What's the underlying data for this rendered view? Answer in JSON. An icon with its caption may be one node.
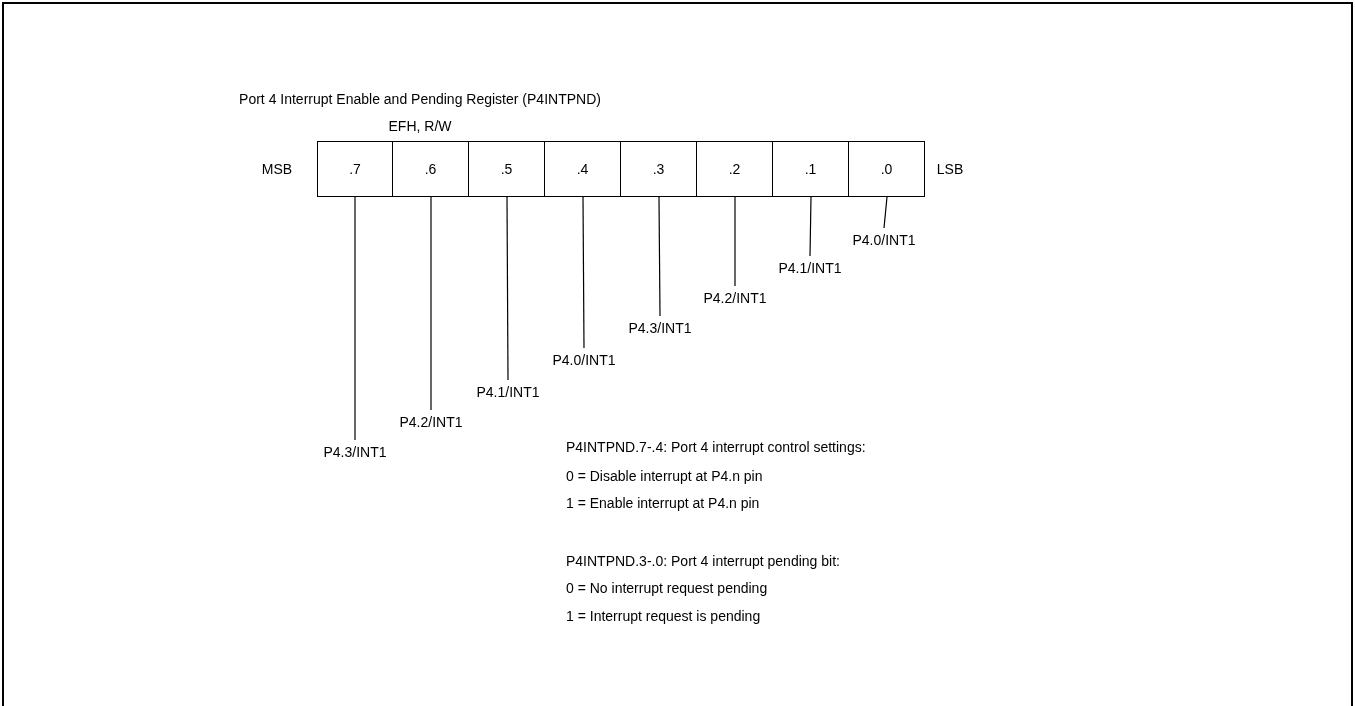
{
  "diagram": {
    "title": "Port 4 Interrupt Enable and Pending Register (P4INTPND)",
    "nodes": [
      {
        "text": [
          ".7"
        ]
      },
      {
        "text": [
          ".6"
        ]
      },
      {
        "text": [
          ".5"
        ]
      },
      {
        "text": [
          ".4"
        ]
      },
      {
        "text": [
          ".3"
        ]
      },
      {
        "text": [
          ".2"
        ]
      },
      {
        "text": [
          ".1"
        ]
      },
      {
        "text": [
          ".0"
        ]
      },
      {
        "text": [
          "P4.0/INT1"
        ]
      },
      {
        "text": [
          "P4.1/INT1"
        ]
      },
      {
        "text": [
          "P4.2/INT1"
        ]
      },
      {
        "text": [
          "P4.3/INT1"
        ]
      },
      {
        "text": [
          "P4.0/INT1"
        ]
      },
      {
        "text": [
          "P4.1/INT1"
        ]
      },
      {
        "text": [
          "P4.2/INT1"
        ]
      },
      {
        "text": [
          "P4.3/INT1"
        ]
      }
    ],
    "edges": [
      {
        "from": 8,
        "to": 7,
        "arrow": "none"
      },
      {
        "from": 9,
        "to": 6,
        "arrow": "none"
      },
      {
        "from": 10,
        "to": 5,
        "arrow": "none"
      },
      {
        "from": 11,
        "to": 4,
        "arrow": "none"
      },
      {
        "from": 12,
        "to": 3,
        "arrow": "none"
      },
      {
        "from": 13,
        "to": 2,
        "arrow": "none"
      },
      {
        "from": 14,
        "to": 1,
        "arrow": "none"
      },
      {
        "from": 15,
        "to": 0,
        "arrow": "none"
      }
    ],
    "labels": [
      "EFH, R/W",
      "MSB",
      "LSB",
      "P4INTPND.7-.4: Port 4 interrupt control settings:",
      "0 = Disable interrupt at P4.n pin",
      "1 = Enable interrupt at P4.n pin",
      "P4INTPND.3-.0: Port 4 interrupt pending bit:",
      "0 = No interrupt request pending",
      "1 = Interrupt request is pending"
    ]
  }
}
